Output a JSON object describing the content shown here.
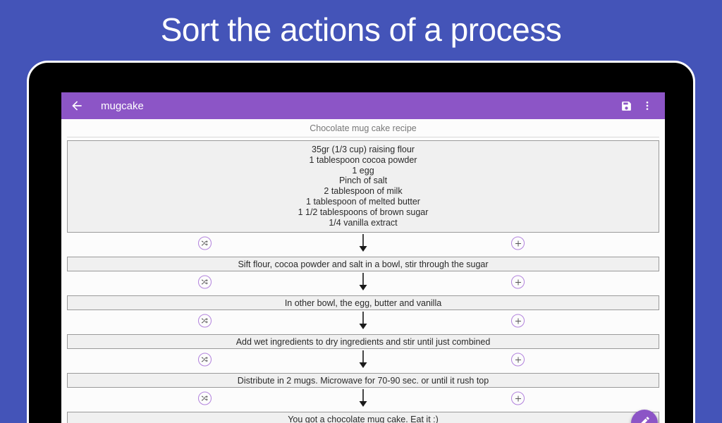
{
  "promo": {
    "headline": "Sort the actions of a process"
  },
  "colors": {
    "background": "#4454b8",
    "toolbar": "#8c55c6",
    "accent": "#8c55c6",
    "icon_outline": "#b282dd",
    "card_fill": "#f0f0f0",
    "card_border": "#9a9a9a"
  },
  "toolbar": {
    "back_icon": "back-arrow-icon",
    "title": "mugcake",
    "save_icon": "save-floppy-icon",
    "overflow_icon": "overflow-menu-icon"
  },
  "app": {
    "recipe_title": "Chocolate mug cake recipe",
    "ingredients": [
      "35gr (1/3 cup) raising flour",
      "1 tablespoon cocoa powder",
      "1 egg",
      "Pinch of salt",
      "2 tablespoon of milk",
      "1 tablespoon of melted butter",
      "1 1/2 tablespoons of brown sugar",
      "1/4 vanilla extract"
    ],
    "steps": [
      "Sift flour, cocoa powder and salt in a bowl, stir through the sugar",
      "In other bowl, the egg, butter and vanilla",
      "Add wet ingredients to dry ingredients and stir until just combined",
      "Distribute in 2 mugs. Microwave for 70-90 sec. or until it rush top",
      "You got a chocolate mug cake. Eat it :)"
    ],
    "connector_icons": {
      "shuffle": "shuffle-icon",
      "arrow": "arrow-down-icon",
      "plus": "plus-icon"
    },
    "fab_icon": "edit-pencil-icon"
  }
}
